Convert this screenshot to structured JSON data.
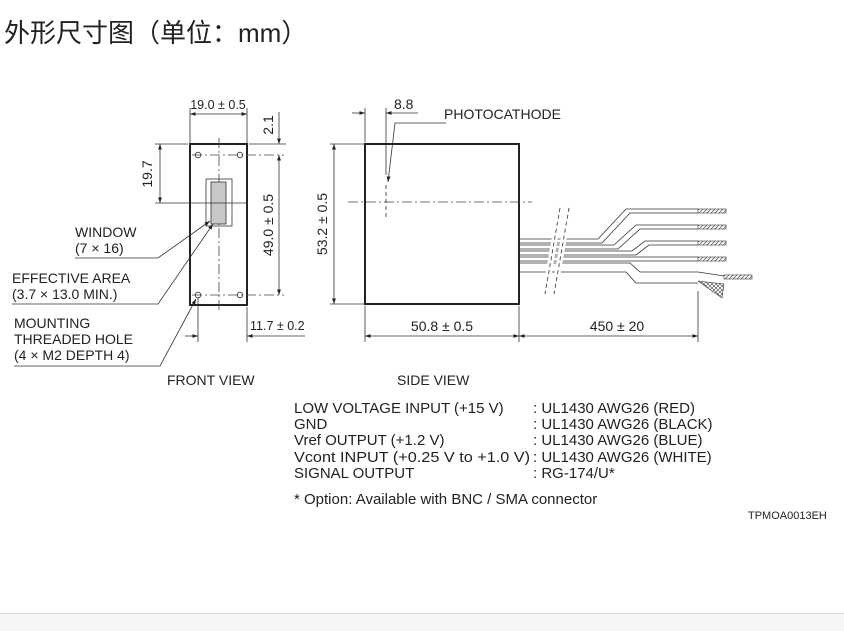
{
  "title": "外形尺寸图（单位：mm）",
  "front_view": {
    "caption": "FRONT VIEW",
    "width_dim": "19.0 ± 0.5",
    "top_offset_dim": "2.1",
    "window_offset_dim": "19.7",
    "hole_pitch_v_dim": "49.0 ± 0.5",
    "hole_pitch_h_dim": "11.7 ± 0.2",
    "window_label": [
      "WINDOW",
      "(7 × 16)"
    ],
    "effective_area_label": [
      "EFFECTIVE AREA",
      "(3.7 × 13.0 MIN.)"
    ],
    "mounting_label": [
      "MOUNTING",
      "THREADED HOLE",
      "(4 × M2 DEPTH 4)"
    ]
  },
  "side_view": {
    "caption": "SIDE VIEW",
    "photocathode_offset_dim": "8.8",
    "photocathode_label": "PHOTOCATHODE",
    "height_dim": "53.2 ± 0.5",
    "length_dim": "50.8 ± 0.5",
    "cable_dim": "450 ± 20"
  },
  "wiring": [
    {
      "signal": "LOW VOLTAGE INPUT (+15 V)",
      "cable": ": UL1430 AWG26 (RED)"
    },
    {
      "signal": "GND",
      "cable": ": UL1430 AWG26 (BLACK)"
    },
    {
      "signal": "Vref OUTPUT (+1.2 V)",
      "cable": ": UL1430 AWG26 (BLUE)"
    },
    {
      "signal": "Vcont INPUT (+0.25 V to +1.0 V)",
      "cable": ": UL1430 AWG26 (WHITE)"
    },
    {
      "signal": "SIGNAL OUTPUT",
      "cable": ": RG-174/U*"
    }
  ],
  "footnote": "* Option: Available with BNC / SMA connector",
  "drawing_code": "TPMOA0013EH"
}
